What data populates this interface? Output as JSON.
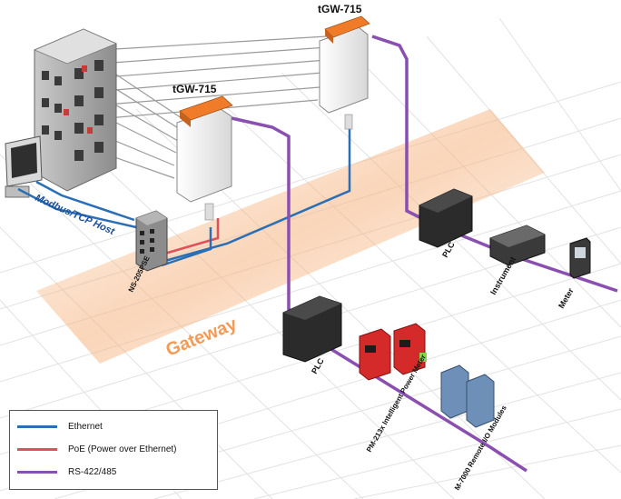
{
  "labels": {
    "gateway_top": "tGW-715",
    "gateway_left": "tGW-715",
    "host": "Modbus/TCP Host",
    "switch": "NS-205PSE",
    "gateway_area": "Gateway",
    "plc_left": "PLC",
    "plc_right": "PLC",
    "instrument": "Instrument",
    "meter": "Meter",
    "power_meter": "PM-213x Intelligent Power Meter",
    "io_modules": "M-7000 Remote I/O Modules"
  },
  "legend": [
    {
      "label": "Ethernet",
      "color": "#2a6fb5"
    },
    {
      "label": "PoE (Power over Ethernet)",
      "color": "#e0505a"
    },
    {
      "label": "RS-422/485",
      "color": "#8a4fb0"
    }
  ],
  "colors": {
    "gateway_orange": "#f07c2a",
    "device_dark": "#2b2b2b",
    "power_meter_red": "#d42a2a",
    "io_blue": "#6e8fb8",
    "glow": "#f6b37f"
  }
}
